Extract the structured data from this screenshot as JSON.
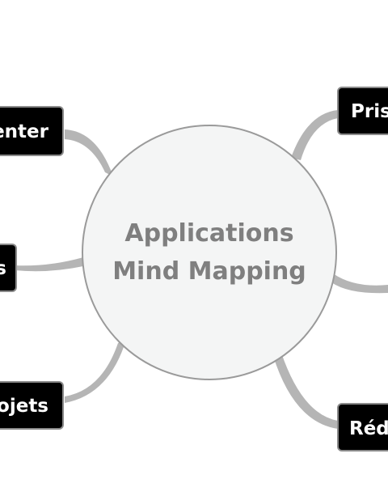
{
  "colors": {
    "background": "#ffffff",
    "hub_fill": "#f4f5f5",
    "hub_stroke": "#9a9a9a",
    "hub_text": "#7f7f7f",
    "connector": "#b5b5b5",
    "node_fill": "#000000",
    "node_stroke": "#8a8a8a",
    "node_text": "#ffffff"
  },
  "hub": {
    "line1": "Applications",
    "line2": "Mind Mapping"
  },
  "nodes": [
    {
      "label": "enter"
    },
    {
      "label": "s"
    },
    {
      "label": "ojets"
    },
    {
      "label": "Pris"
    },
    {
      "label": "Réd"
    }
  ]
}
